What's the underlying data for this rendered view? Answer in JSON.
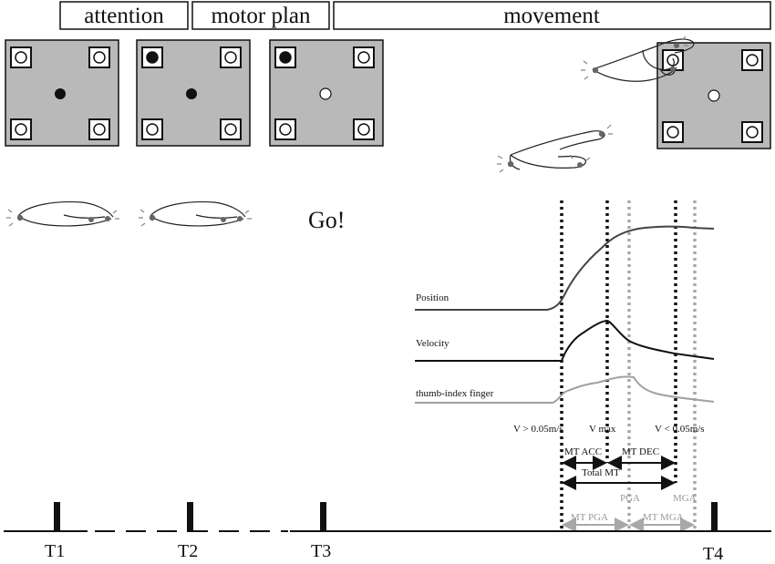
{
  "phases": {
    "attention": "attention",
    "motor_plan": "motor plan",
    "movement": "movement"
  },
  "go_text": "Go!",
  "curves": {
    "position": "Position",
    "velocity": "Velocity",
    "aperture": "thumb-index finger"
  },
  "markers": {
    "v_start": "V > 0.05m/s",
    "v_max": "V max",
    "v_end": "V < 0.05m/s",
    "pga": "PGA",
    "mga": "MGA"
  },
  "intervals": {
    "mt_acc": "MT ACC",
    "mt_dec": "MT DEC",
    "total_mt": "Total MT",
    "mt_pga": "MT PGA",
    "mt_mga": "MT MGA"
  },
  "timeline": {
    "t1": "T1",
    "t2": "T2",
    "t3": "T3",
    "t4": "T4"
  },
  "colors": {
    "panel_fill": "#b9b9b9",
    "gray_marker": "#a8a8a8",
    "black": "#111111"
  }
}
